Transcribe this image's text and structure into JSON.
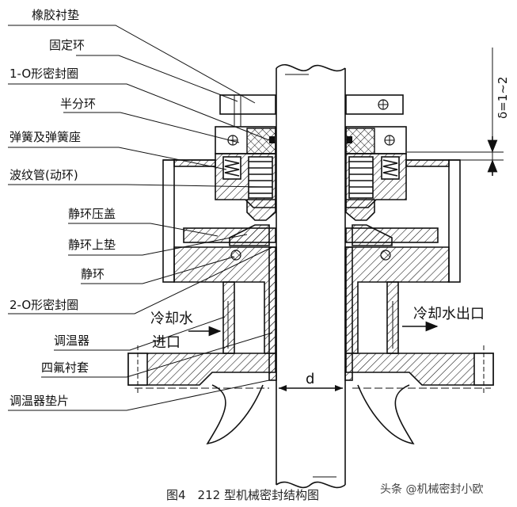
{
  "labels": {
    "rubber_liner": "橡胶衬垫",
    "fixed_ring": "固定环",
    "o_ring_1": "1-O形密封圈",
    "split_ring": "半分环",
    "spring_seat": "弹簧及弹簧座",
    "bellows": "波纹管(动环)",
    "stationary_gland": "静环压盖",
    "stationary_upper_pad": "静环上垫",
    "stationary_ring": "静环",
    "o_ring_2": "2-O形密封圈",
    "thermostat": "调温器",
    "ptfe_sleeve": "四氟衬套",
    "thermostat_gasket": "调温器垫片"
  },
  "flow": {
    "inlet_line1": "冷却水",
    "inlet_line2": "进口",
    "outlet": "冷却水出口"
  },
  "dimensions": {
    "gap": "δ=1~2",
    "shaft_diameter": "d"
  },
  "caption": "图4　212 型机械密封结构图",
  "watermark": "头条 @机械密封小欧"
}
